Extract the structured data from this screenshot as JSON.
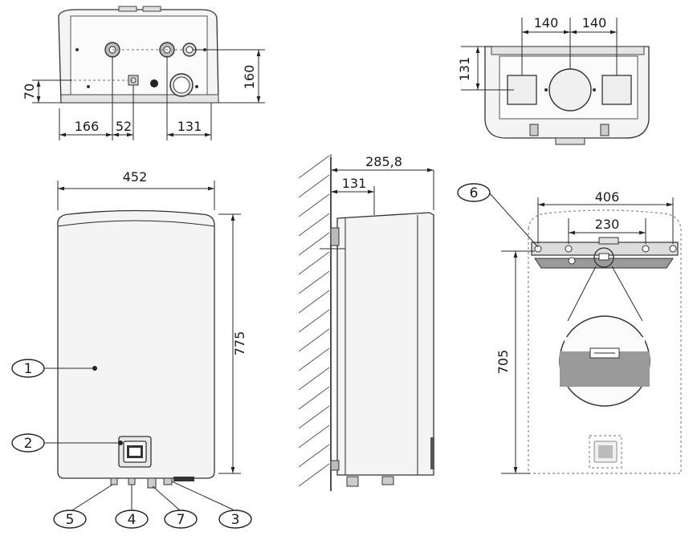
{
  "dimensions": {
    "top_view_left": {
      "d166": "166",
      "d52": "52",
      "d131": "131",
      "d70": "70",
      "d160": "160"
    },
    "top_view_right": {
      "d140_left": "140",
      "d140_right": "140",
      "d131": "131"
    },
    "front_view": {
      "width": "452",
      "height": "775"
    },
    "side_view": {
      "depth": "285,8",
      "d131": "131"
    },
    "bracket_view": {
      "d406": "406",
      "d230": "230",
      "d705": "705"
    }
  },
  "callouts": [
    "1",
    "2",
    "3",
    "4",
    "5",
    "6",
    "7"
  ]
}
